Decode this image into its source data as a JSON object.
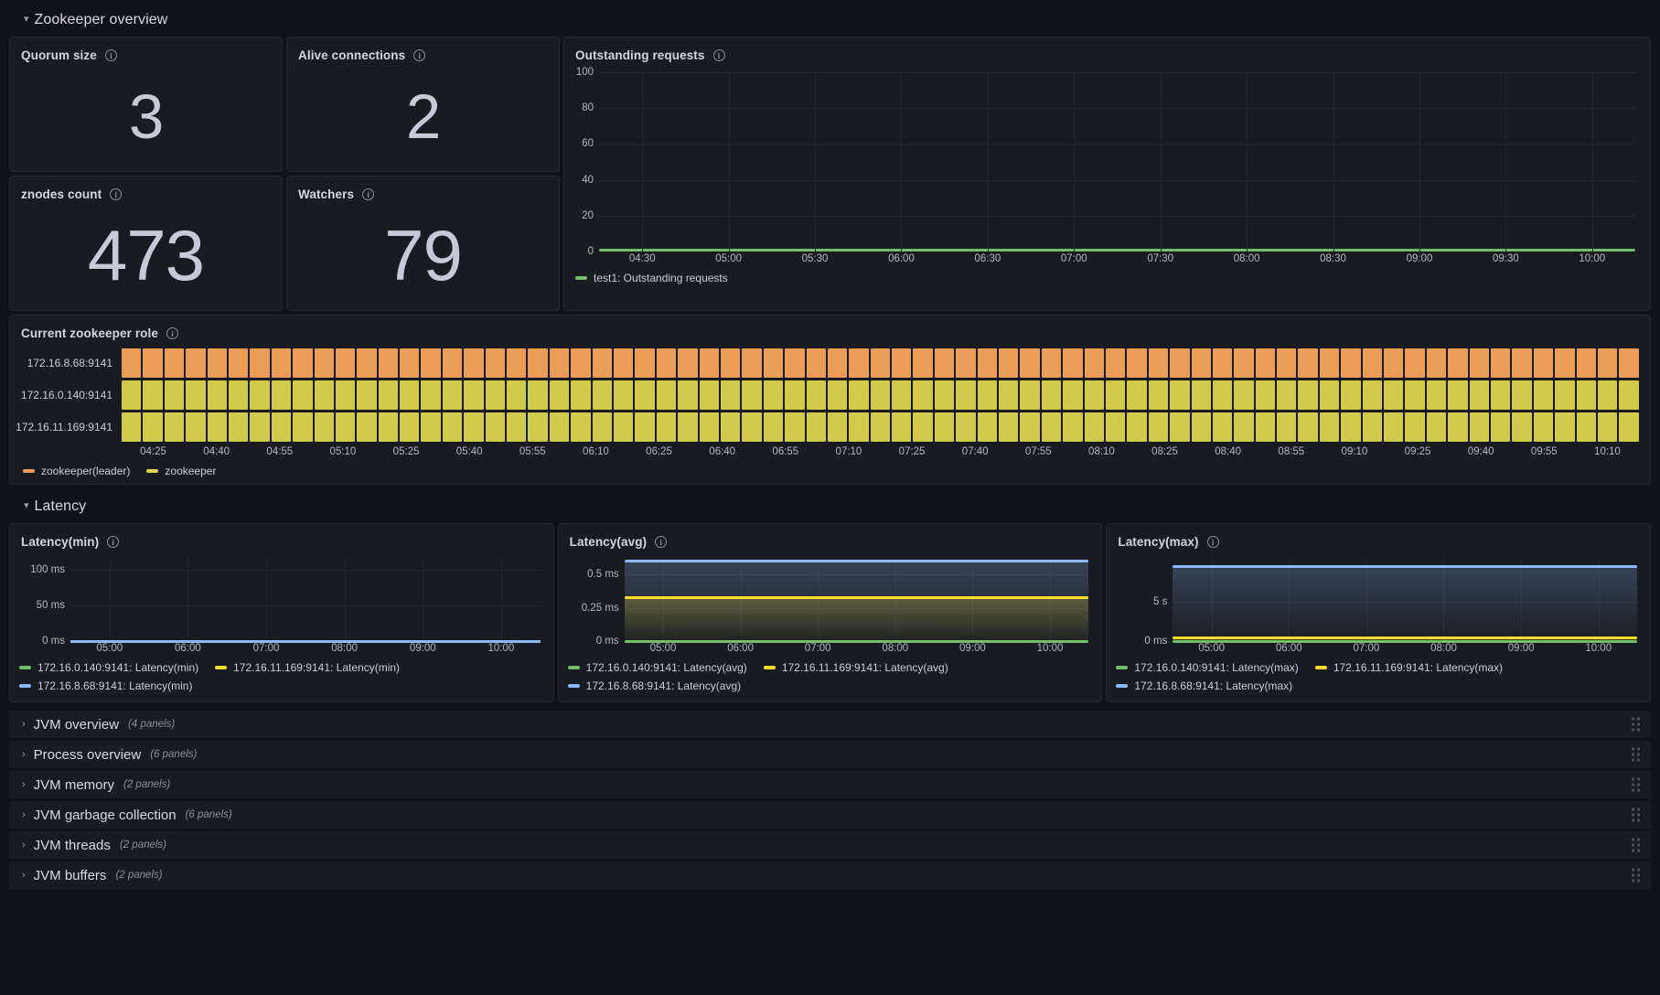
{
  "rows": {
    "zookeeper_overview": {
      "title": "Zookeeper overview",
      "chevron": "chevron-down"
    },
    "latency": {
      "title": "Latency",
      "chevron": "chevron-down"
    }
  },
  "stats": [
    {
      "title": "Quorum size",
      "value": "3",
      "info": "info-icon"
    },
    {
      "title": "Alive connections",
      "value": "2",
      "info": "info-icon"
    },
    {
      "title": "znodes count",
      "value": "473",
      "info": "info-icon"
    },
    {
      "title": "Watchers",
      "value": "79",
      "info": "info-icon"
    }
  ],
  "outstanding": {
    "title": "Outstanding requests",
    "legend": [
      {
        "label": "test1: Outstanding requests",
        "color": "#73bf69"
      }
    ]
  },
  "role_panel": {
    "title": "Current zookeeper role",
    "series_labels": [
      "172.16.8.68:9141",
      "172.16.0.140:9141",
      "172.16.11.169:9141"
    ],
    "legend": [
      {
        "label": "zookeeper(leader)",
        "color": "#eb9c56"
      },
      {
        "label": "zookeeper",
        "color": "#e0d34e"
      }
    ]
  },
  "latency_panels": [
    {
      "title": "Latency(min)",
      "legend": [
        {
          "label": "172.16.0.140:9141: Latency(min)",
          "color": "#73bf69"
        },
        {
          "label": "172.16.11.169:9141: Latency(min)",
          "color": "#fade2a"
        },
        {
          "label": "172.16.8.68:9141: Latency(min)",
          "color": "#8ab8ff"
        }
      ]
    },
    {
      "title": "Latency(avg)",
      "legend": [
        {
          "label": "172.16.0.140:9141: Latency(avg)",
          "color": "#73bf69"
        },
        {
          "label": "172.16.11.169:9141: Latency(avg)",
          "color": "#fade2a"
        },
        {
          "label": "172.16.8.68:9141: Latency(avg)",
          "color": "#8ab8ff"
        }
      ]
    },
    {
      "title": "Latency(max)",
      "legend": [
        {
          "label": "172.16.0.140:9141: Latency(max)",
          "color": "#73bf69"
        },
        {
          "label": "172.16.11.169:9141: Latency(max)",
          "color": "#fade2a"
        },
        {
          "label": "172.16.8.68:9141: Latency(max)",
          "color": "#8ab8ff"
        }
      ]
    }
  ],
  "collapsed_rows": [
    {
      "title": "JVM overview",
      "panels": "(4 panels)"
    },
    {
      "title": "Process overview",
      "panels": "(6 panels)"
    },
    {
      "title": "JVM memory",
      "panels": "(2 panels)"
    },
    {
      "title": "JVM garbage collection",
      "panels": "(6 panels)"
    },
    {
      "title": "JVM threads",
      "panels": "(2 panels)"
    },
    {
      "title": "JVM buffers",
      "panels": "(2 panels)"
    }
  ],
  "chart_data": [
    {
      "id": "outstanding-requests",
      "type": "line",
      "title": "Outstanding requests",
      "xlabel": "",
      "ylabel": "",
      "ylim": [
        0,
        100
      ],
      "yticks": [
        0,
        20,
        40,
        60,
        80,
        100
      ],
      "xticks": [
        "04:30",
        "05:00",
        "05:30",
        "06:00",
        "06:30",
        "07:00",
        "07:30",
        "08:00",
        "08:30",
        "09:00",
        "09:30",
        "10:00"
      ],
      "grid": true,
      "legend_position": "bottom",
      "series": [
        {
          "name": "test1: Outstanding requests",
          "color": "#73bf69",
          "constant_value": 0
        }
      ]
    },
    {
      "id": "current-zookeeper-role",
      "type": "heatmap",
      "title": "Current zookeeper role",
      "ylabel": "",
      "categories": [
        "172.16.8.68:9141",
        "172.16.0.140:9141",
        "172.16.11.169:9141"
      ],
      "states": [
        "zookeeper(leader)",
        "zookeeper",
        "zookeeper"
      ],
      "state_colors": [
        "#eb9c56",
        "#d2ca4a",
        "#d2ca4a"
      ],
      "xticks": [
        "04:25",
        "04:40",
        "04:55",
        "05:10",
        "05:25",
        "05:40",
        "05:55",
        "06:10",
        "06:25",
        "06:40",
        "06:55",
        "07:10",
        "07:25",
        "07:40",
        "07:55",
        "08:10",
        "08:25",
        "08:40",
        "08:55",
        "09:10",
        "09:25",
        "09:40",
        "09:55",
        "10:10"
      ],
      "grid": false,
      "legend_position": "bottom"
    },
    {
      "id": "latency-min",
      "type": "line",
      "title": "Latency(min)",
      "xlabel": "",
      "ylabel": "",
      "ylim": [
        0,
        115
      ],
      "yticks": [
        "0 ms",
        "50 ms",
        "100 ms"
      ],
      "ytick_values": [
        0,
        50,
        100
      ],
      "xticks": [
        "05:00",
        "06:00",
        "07:00",
        "08:00",
        "09:00",
        "10:00"
      ],
      "grid": true,
      "legend_position": "bottom",
      "series": [
        {
          "name": "172.16.0.140:9141: Latency(min)",
          "color": "#73bf69",
          "constant_value": 0
        },
        {
          "name": "172.16.11.169:9141: Latency(min)",
          "color": "#fade2a",
          "constant_value": 0
        },
        {
          "name": "172.16.8.68:9141: Latency(min)",
          "color": "#8ab8ff",
          "constant_value": 0
        }
      ]
    },
    {
      "id": "latency-avg",
      "type": "area",
      "title": "Latency(avg)",
      "xlabel": "",
      "ylabel": "",
      "ylim": [
        0,
        0.62
      ],
      "yticks": [
        "0 ms",
        "0.25 ms",
        "0.5 ms"
      ],
      "ytick_values": [
        0,
        0.25,
        0.5
      ],
      "xticks": [
        "05:00",
        "06:00",
        "07:00",
        "08:00",
        "09:00",
        "10:00"
      ],
      "grid": true,
      "legend_position": "bottom",
      "series": [
        {
          "name": "172.16.0.140:9141: Latency(avg)",
          "color": "#73bf69",
          "constant_value": 0
        },
        {
          "name": "172.16.11.169:9141: Latency(avg)",
          "color": "#fade2a",
          "constant_value": 0.33
        },
        {
          "name": "172.16.8.68:9141: Latency(avg)",
          "color": "#8ab8ff",
          "constant_value": 0.6
        }
      ]
    },
    {
      "id": "latency-max",
      "type": "area",
      "title": "Latency(max)",
      "xlabel": "",
      "ylabel": "",
      "ylim": [
        0,
        10.4
      ],
      "yticks": [
        "0 ms",
        "5 s"
      ],
      "ytick_values": [
        0,
        5
      ],
      "xticks": [
        "05:00",
        "06:00",
        "07:00",
        "08:00",
        "09:00",
        "10:00"
      ],
      "grid": true,
      "legend_position": "bottom",
      "series": [
        {
          "name": "172.16.0.140:9141: Latency(max)",
          "color": "#73bf69",
          "constant_value": 0
        },
        {
          "name": "172.16.11.169:9141: Latency(max)",
          "color": "#fade2a",
          "constant_value": 0.4
        },
        {
          "name": "172.16.8.68:9141: Latency(max)",
          "color": "#8ab8ff",
          "constant_value": 9.4
        }
      ]
    }
  ]
}
